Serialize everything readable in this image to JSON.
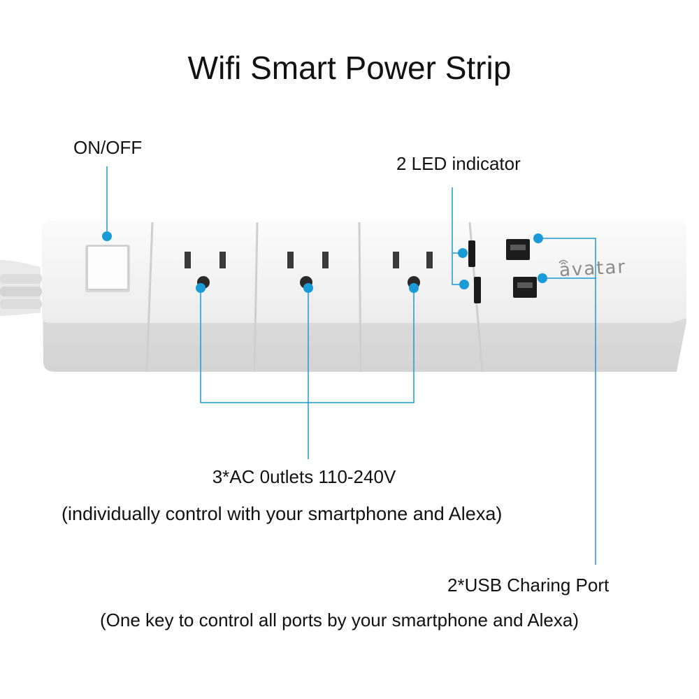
{
  "title": "Wifi Smart Power Strip",
  "labels": {
    "on_off": "ON/OFF",
    "led": "2 LED indicator",
    "ac_outlets": "3*AC 0utlets 110-240V",
    "ac_note": "(individually control with your smartphone and Alexa)",
    "usb_port": "2*USB Charing Port",
    "usb_note": "(One key to control all ports by your smartphone and Alexa)"
  },
  "brand": "avatar",
  "colors": {
    "callout": "#1a9ad6",
    "strip_body": "#f1f1f1",
    "text": "#111111"
  },
  "counts": {
    "ac_outlets": 3,
    "usb_ports": 2,
    "led_indicators": 2
  }
}
